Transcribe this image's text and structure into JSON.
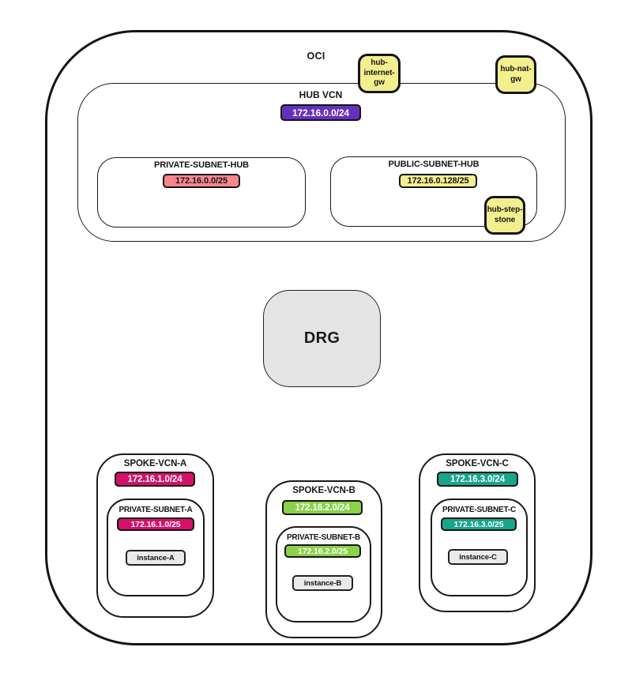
{
  "cloud": {
    "label": "OCI"
  },
  "gateways": {
    "internet": {
      "label": "hub-\ninternet-\ngw",
      "bg": "#F3EF8F",
      "fg": "#161616"
    },
    "nat": {
      "label": "hub-nat-\ngw",
      "bg": "#F3EF8F",
      "fg": "#161616"
    },
    "stepstone": {
      "label": "hub-step-\nstone",
      "bg": "#F3EF8F",
      "fg": "#161616"
    }
  },
  "hub_vcn": {
    "label": "HUB VCN",
    "cidr": "172.16.0.0/24",
    "cidr_bg": "#6630BA",
    "cidr_fg": "#FFFFFF",
    "subnets": {
      "private": {
        "label": "PRIVATE-SUBNET-HUB",
        "cidr": "172.16.0.0/25",
        "cidr_bg": "#F9868F",
        "cidr_fg": "#161616"
      },
      "public": {
        "label": "PUBLIC-SUBNET-HUB",
        "cidr": "172.16.0.128/25",
        "cidr_bg": "#F3EF8F",
        "cidr_fg": "#161616"
      }
    }
  },
  "drg": {
    "label": "DRG",
    "bg": "#E4E4E4",
    "fg": "#1a1a1a"
  },
  "spokes": [
    {
      "label": "SPOKE-VCN-A",
      "cidr": "172.16.1.0/24",
      "color": "#D6106A",
      "cidr_fg": "#FFFFFF",
      "subnet": {
        "label": "PRIVATE-SUBNET-A",
        "cidr": "172.16.1.0/25"
      },
      "instance": {
        "label": "instance-A",
        "bg": "#EAEAEA",
        "fg": "#161616"
      }
    },
    {
      "label": "SPOKE-VCN-B",
      "cidr": "172.16.2.0/24",
      "color": "#8BD24A",
      "cidr_fg": "#FFFFFF",
      "subnet": {
        "label": "PRIVATE-SUBNET-B",
        "cidr": "172.16.2.0/25"
      },
      "instance": {
        "label": "instance-B",
        "bg": "#EAEAEA",
        "fg": "#161616"
      }
    },
    {
      "label": "SPOKE-VCN-C",
      "cidr": "172.16.3.0/24",
      "color": "#15A78B",
      "cidr_fg": "#FFFFFF",
      "subnet": {
        "label": "PRIVATE-SUBNET-C",
        "cidr": "172.16.3.0/25"
      },
      "instance": {
        "label": "instance-C",
        "bg": "#EAEAEA",
        "fg": "#161616"
      }
    }
  ]
}
